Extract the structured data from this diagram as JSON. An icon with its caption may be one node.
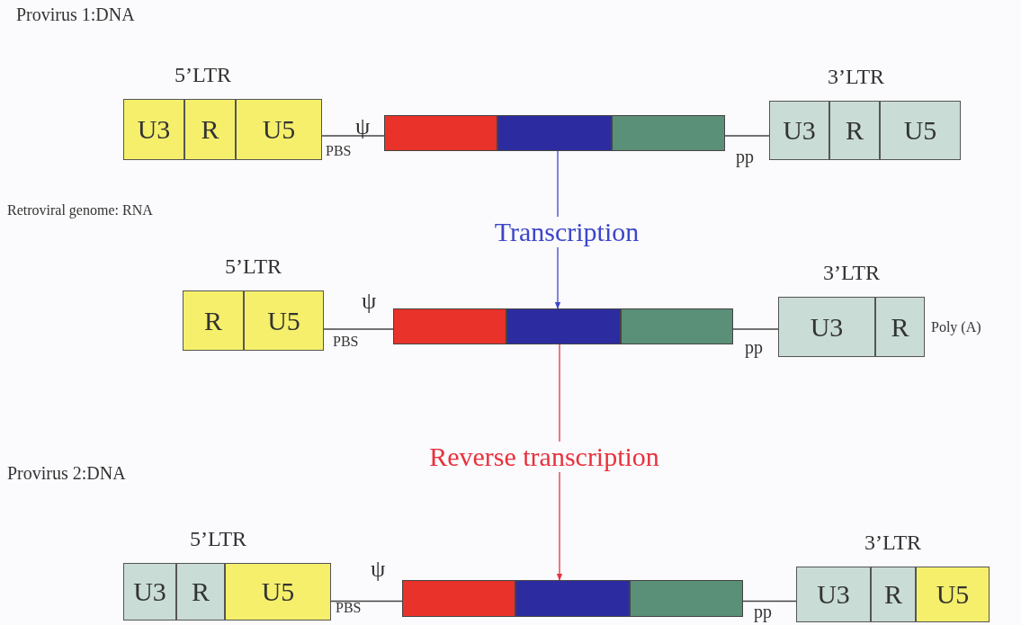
{
  "diagram": {
    "nodes": [
      {
        "text": [
          "5’LTR"
        ]
      },
      {
        "text": [
          "U3"
        ],
        "in": 0
      },
      {
        "text": [
          "R"
        ],
        "in": 0
      },
      {
        "text": [
          "U5"
        ],
        "in": 0
      },
      {
        "text": [],
        "shape": "bar"
      },
      {
        "text": [],
        "shape": "bar"
      },
      {
        "text": [],
        "shape": "bar"
      },
      {
        "text": [
          "3’LTR"
        ]
      },
      {
        "text": [
          "U3"
        ],
        "in": 7
      },
      {
        "text": [
          "R"
        ],
        "in": 7
      },
      {
        "text": [
          "U5"
        ],
        "in": 7
      },
      {
        "text": [
          "5’LTR"
        ]
      },
      {
        "text": [
          "R"
        ],
        "in": 11
      },
      {
        "text": [
          "U5"
        ],
        "in": 11
      },
      {
        "text": [],
        "shape": "bar"
      },
      {
        "text": [],
        "shape": "bar"
      },
      {
        "text": [],
        "shape": "bar"
      },
      {
        "text": [
          "3’LTR"
        ]
      },
      {
        "text": [
          "U3"
        ],
        "in": 17
      },
      {
        "text": [
          "R"
        ],
        "in": 17,
        "beside": [
          "Poly (A)"
        ]
      },
      {
        "text": [
          "5’LTR"
        ]
      },
      {
        "text": [
          "U3"
        ],
        "in": 20
      },
      {
        "text": [
          "R"
        ],
        "in": 20
      },
      {
        "text": [
          "U5"
        ],
        "in": 20
      },
      {
        "text": [],
        "shape": "bar"
      },
      {
        "text": [],
        "shape": "bar"
      },
      {
        "text": [],
        "shape": "bar"
      },
      {
        "text": [
          "3’LTR"
        ]
      },
      {
        "text": [
          "U3"
        ],
        "in": 27
      },
      {
        "text": [
          "R"
        ],
        "in": 27
      },
      {
        "text": [
          "U5"
        ],
        "in": 27
      }
    ],
    "edges": [
      {
        "from": 0,
        "to": 4,
        "arrow": "none"
      },
      {
        "from": 6,
        "to": 7,
        "arrow": "none"
      },
      {
        "from": 11,
        "to": 14,
        "arrow": "none"
      },
      {
        "from": 16,
        "to": 17,
        "arrow": "none"
      },
      {
        "from": 20,
        "to": 24,
        "arrow": "none"
      },
      {
        "from": 26,
        "to": 27,
        "arrow": "none"
      },
      {
        "from": 5,
        "to": 15,
        "arrow": "to",
        "label": "Transcription",
        "color": "#3c46c8"
      },
      {
        "from": 15,
        "to": 25,
        "arrow": "to",
        "label": "Reverse transcription",
        "color": "#e8323c"
      }
    ],
    "labels": [
      "Provirus 1:DNA",
      "ψ",
      "PBS",
      "pp",
      "Retroviral genome: RNA",
      "ψ",
      "PBS",
      "pp",
      "Provirus 2:DNA",
      "ψ",
      "PBS",
      "pp"
    ]
  }
}
